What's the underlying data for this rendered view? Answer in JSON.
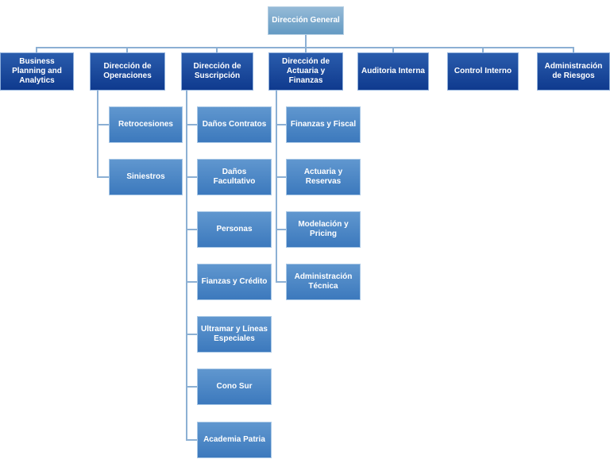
{
  "palette": {
    "root_fill_top": "#95bad7",
    "root_fill_bottom": "#649ac3",
    "level2_fill_top": "#2a5cac",
    "level2_fill_bottom": "#0f3a8e",
    "level3_fill_top": "#6097cf",
    "level3_fill_bottom": "#3c79bd",
    "connector": "#8cb0d4",
    "text": "#ffffff",
    "background": "#ffffff"
  },
  "org": {
    "root": {
      "label": "Dirección General"
    },
    "level2": [
      {
        "label": "Business Planning and Analytics",
        "children": []
      },
      {
        "label": "Dirección de Operaciones",
        "children": [
          "Retrocesiones",
          "Siniestros"
        ]
      },
      {
        "label": "Dirección de Suscripción",
        "children": [
          "Daños Contratos",
          "Daños Facultativo",
          "Personas",
          "Fianzas y Crédito",
          "Ultramar y Líneas Especiales",
          "Cono Sur",
          "Academia Patria"
        ]
      },
      {
        "label": "Dirección de Actuaria y Finanzas",
        "children": [
          "Finanzas y Fiscal",
          "Actuaria y Reservas",
          "Modelación y Pricing",
          "Administración Técnica"
        ]
      },
      {
        "label": "Auditoria Interna",
        "children": []
      },
      {
        "label": "Control Interno",
        "children": []
      },
      {
        "label": "Administración de Riesgos",
        "children": []
      }
    ]
  }
}
